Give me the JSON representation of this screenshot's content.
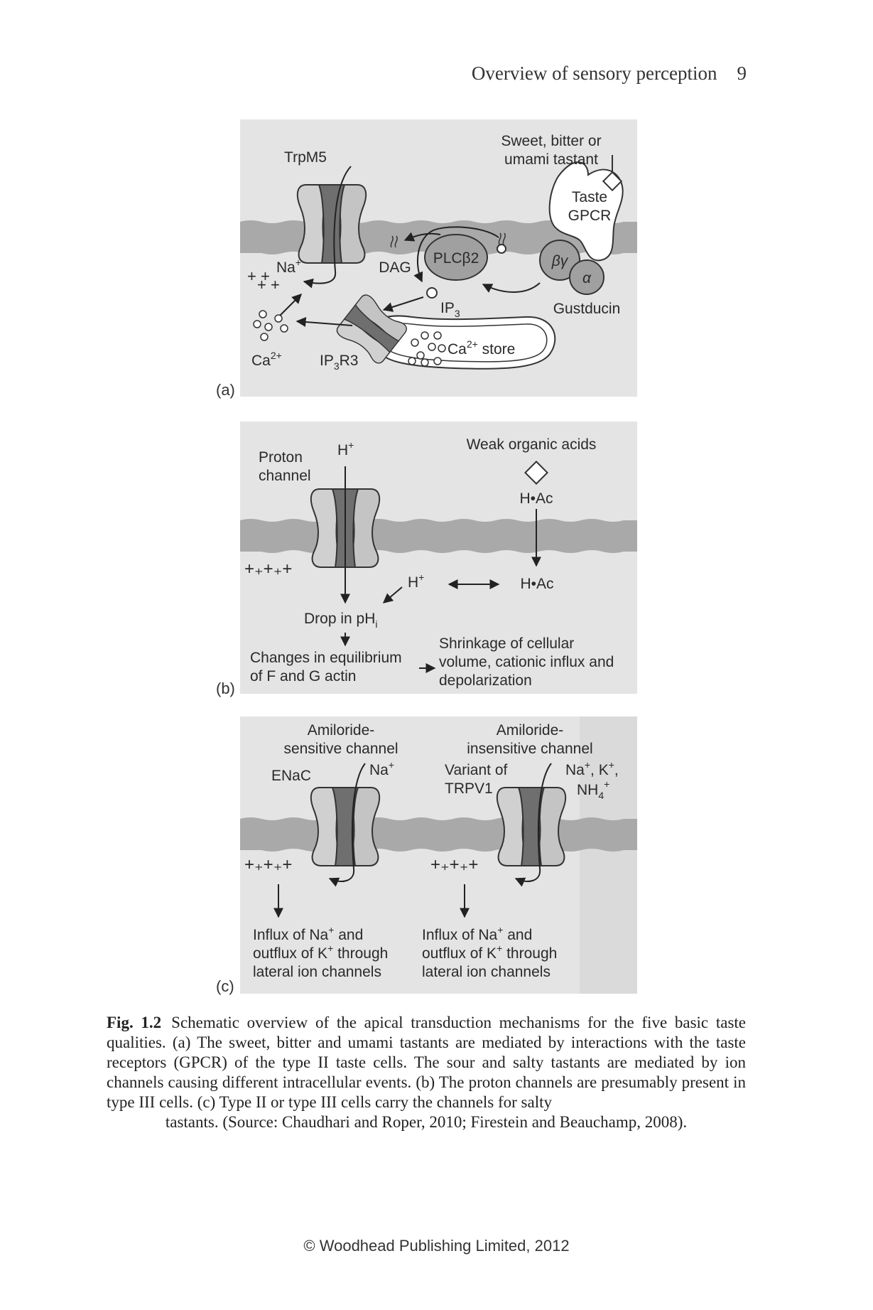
{
  "header": {
    "title": "Overview of sensory perception",
    "page_number": "9"
  },
  "panel_a": {
    "label": "(a)",
    "trpm5": "TrpM5",
    "tastant_line1": "Sweet, bitter or",
    "tastant_line2": "umami tastant",
    "gpcr_line1": "Taste",
    "gpcr_line2": "GPCR",
    "na": "Na",
    "dag": "DAG",
    "plc": "PLCβ2",
    "beta_gamma": "βγ",
    "alpha": "α",
    "ip3": "IP",
    "gustducin": "Gustducin",
    "ca": "Ca",
    "ip3r3": "IP",
    "ip3r3_suffix": "R3",
    "ca_store": " store",
    "charge_2plus": "2+",
    "sub_3": "3",
    "sup_plus": "+"
  },
  "panel_b": {
    "label": "(b)",
    "proton_line1": "Proton",
    "proton_line2": "channel",
    "h_plus": "H",
    "weak_acids": "Weak organic acids",
    "hac": "H•Ac",
    "drop_ph": "Drop in pH",
    "sub_i": "i",
    "changes_line1": "Changes in equilibrium",
    "changes_line2": "of F and G actin",
    "shrink_line1": "Shrinkage of cellular",
    "shrink_line2": "volume, cationic influx and",
    "shrink_line3": "depolarization"
  },
  "panel_c": {
    "label": "(c)",
    "amil_line1": "Amiloride-",
    "amil_line2": "sensitive channel",
    "enac": "ENaC",
    "na": "Na",
    "insens_line1": "Amiloride-",
    "insens_line2": "insensitive channel",
    "variant_line1": "Variant of",
    "variant_line2": "TRPV1",
    "ions_line1": "Na",
    "ions_k": ", K",
    "ions_comma": ",",
    "nh": "NH",
    "sub_4": "4",
    "influx_a": "Influx of Na",
    "influx_b": " and",
    "outflux_a": "outflux of K",
    "outflux_b": " through",
    "lateral": "lateral ion channels"
  },
  "caption": {
    "fig_label": "Fig. 1.2",
    "text": "Schematic overview of the apical transduction mechanisms for the five basic taste qualities. (a) The sweet, bitter and umami tastants are mediated by interactions with the taste receptors (GPCR) of the type II taste cells. The sour and salty tastants are mediated by ion channels causing different intracellular events. (b) The proton channels are presumably present in type III cells. (c) Type II or type III cells carry the channels for salty",
    "last_line": "tastants. (Source: Chaudhari and Roper, 2010; Firestein and Beauchamp, 2008)."
  },
  "footer": {
    "copyright": "© Woodhead Publishing Limited, 2012"
  },
  "colors": {
    "panel_bg": "#e4e4e4",
    "membrane": "#a9a9a9",
    "channel_fill": "#cfcfcf",
    "channel_core": "#6d6d6d"
  }
}
